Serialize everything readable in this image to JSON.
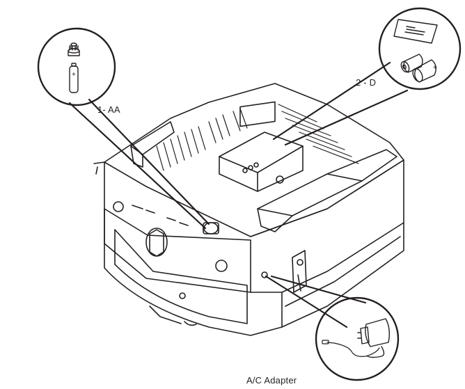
{
  "labels": {
    "aa": "1- AA",
    "d": "2 - D",
    "adapter": "A/C Adapter"
  },
  "battery_marks": {
    "aa_plus": "+",
    "d_plus": "+"
  },
  "colors": {
    "line": "#231f20",
    "background": "#ffffff"
  }
}
